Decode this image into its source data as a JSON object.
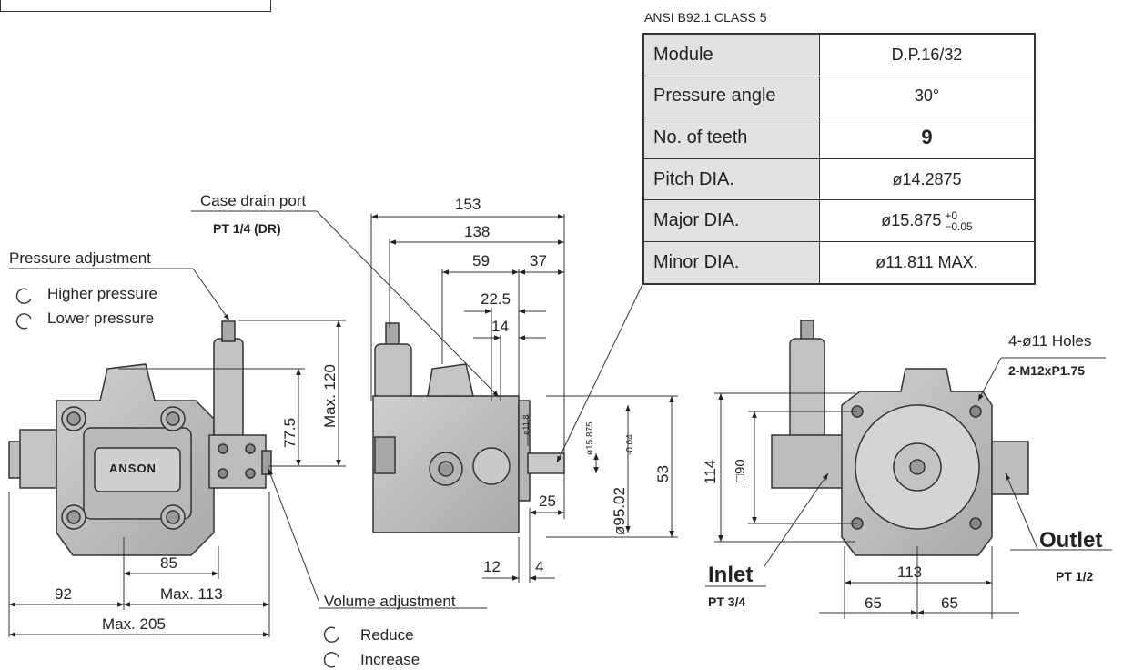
{
  "table": {
    "caption": "ANSI  B92.1 CLASS 5",
    "rows": [
      {
        "key": "Module",
        "value": "D.P.16/32"
      },
      {
        "key": "Pressure angle",
        "value": "30°"
      },
      {
        "key": "No. of teeth",
        "value": "9"
      },
      {
        "key": "Pitch DIA.",
        "value": "ø14.2875"
      },
      {
        "key": "Major DIA.",
        "value": "ø15.875"
      },
      {
        "key": "Minor DIA.",
        "value": "ø11.811 MAX."
      }
    ],
    "major_tol_upper": "+0",
    "major_tol_lower": "−0.05"
  },
  "labels": {
    "case_drain_port": "Case drain port",
    "case_drain_spec": "PT 1/4 (DR)",
    "pressure_adjustment": "Pressure adjustment",
    "higher_pressure": "Higher pressure",
    "lower_pressure": "Lower pressure",
    "volume_adjustment": "Volume adjustment",
    "reduce": "Reduce",
    "increase": "Increase",
    "holes": "4-ø11 Holes",
    "thread": "2-M12xP1.75",
    "inlet": "Inlet",
    "inlet_spec": "PT 3/4",
    "outlet": "Outlet",
    "outlet_spec": "PT 1/2",
    "brand": "ANSON"
  },
  "dims": {
    "d153": "153",
    "d138": "138",
    "d59": "59",
    "d37": "37",
    "d22_5": "22.5",
    "d14": "14",
    "d25": "25",
    "d12": "12",
    "d4": "4",
    "d77_5": "77.5",
    "max120": "Max. 120",
    "d53": "53",
    "d95": "ø95.02",
    "d95_tol": "-0.04",
    "d15_875": "ø15.875",
    "d11_8": "ø11.8",
    "d85": "85",
    "d92": "92",
    "max113": "Max. 113",
    "max205": "Max. 205",
    "d114": "114",
    "d90": "□90",
    "d113": "113",
    "d65a": "65",
    "d65b": "65"
  }
}
